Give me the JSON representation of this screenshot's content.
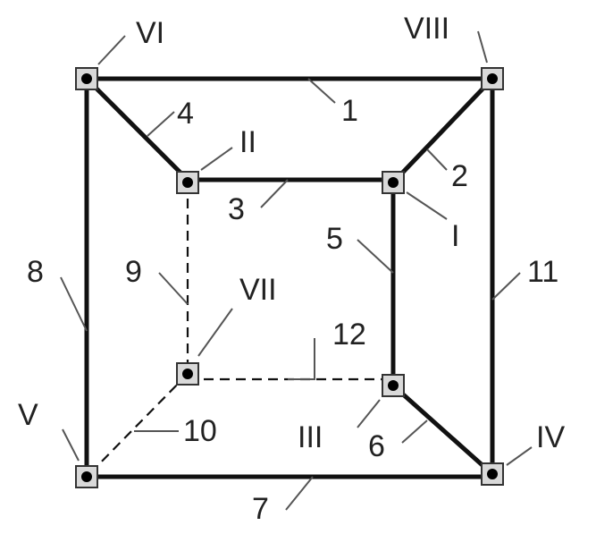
{
  "nodes": [
    {
      "id": "I",
      "label": "I"
    },
    {
      "id": "II",
      "label": "II"
    },
    {
      "id": "III",
      "label": "III"
    },
    {
      "id": "IV",
      "label": "IV"
    },
    {
      "id": "V",
      "label": "V"
    },
    {
      "id": "VI",
      "label": "VI"
    },
    {
      "id": "VII",
      "label": "VII"
    },
    {
      "id": "VIII",
      "label": "VIII"
    }
  ],
  "edges": [
    {
      "id": "1",
      "label": "1",
      "from": "VI",
      "to": "VIII",
      "style": "solid"
    },
    {
      "id": "2",
      "label": "2",
      "from": "I",
      "to": "VIII",
      "style": "solid"
    },
    {
      "id": "3",
      "label": "3",
      "from": "II",
      "to": "I",
      "style": "solid"
    },
    {
      "id": "4",
      "label": "4",
      "from": "VI",
      "to": "II",
      "style": "solid"
    },
    {
      "id": "5",
      "label": "5",
      "from": "I",
      "to": "III",
      "style": "solid"
    },
    {
      "id": "6",
      "label": "6",
      "from": "III",
      "to": "IV",
      "style": "solid"
    },
    {
      "id": "7",
      "label": "7",
      "from": "V",
      "to": "IV",
      "style": "solid"
    },
    {
      "id": "8",
      "label": "8",
      "from": "VI",
      "to": "V",
      "style": "solid"
    },
    {
      "id": "9",
      "label": "9",
      "from": "II",
      "to": "VII",
      "style": "dashed"
    },
    {
      "id": "10",
      "label": "10",
      "from": "VII",
      "to": "V",
      "style": "dashed"
    },
    {
      "id": "11",
      "label": "11",
      "from": "VIII",
      "to": "IV",
      "style": "solid"
    },
    {
      "id": "12",
      "label": "12",
      "from": "VII",
      "to": "III",
      "style": "dashed"
    }
  ]
}
